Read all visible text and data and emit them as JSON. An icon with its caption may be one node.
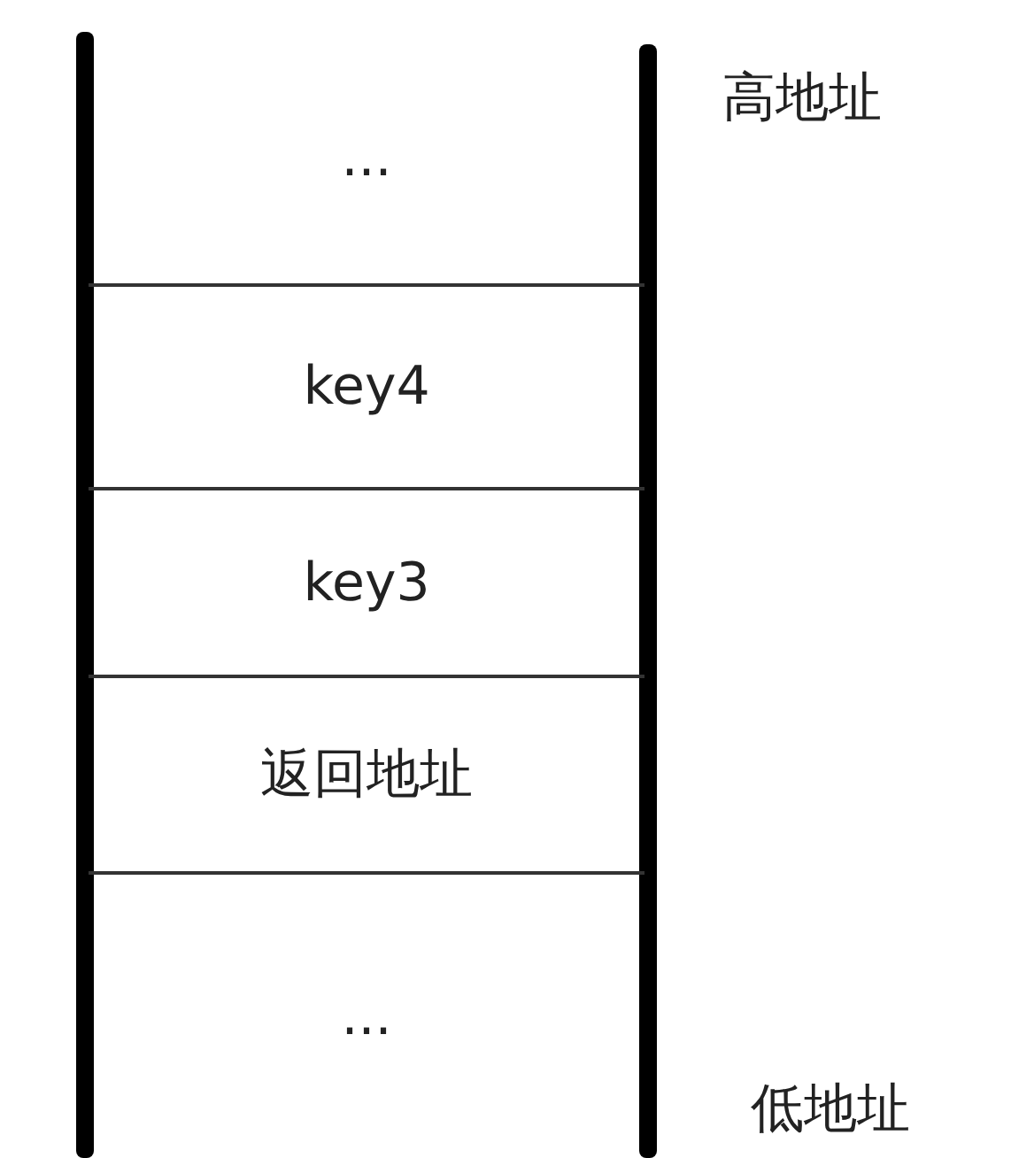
{
  "diagram": {
    "nodes": [
      {
        "text": [
          "..."
        ]
      },
      {
        "text": [
          "key4"
        ]
      },
      {
        "text": [
          "key3"
        ]
      },
      {
        "text": [
          "返回地址"
        ]
      },
      {
        "text": [
          "..."
        ]
      }
    ],
    "labels": [
      "高地址",
      "低地址"
    ]
  }
}
